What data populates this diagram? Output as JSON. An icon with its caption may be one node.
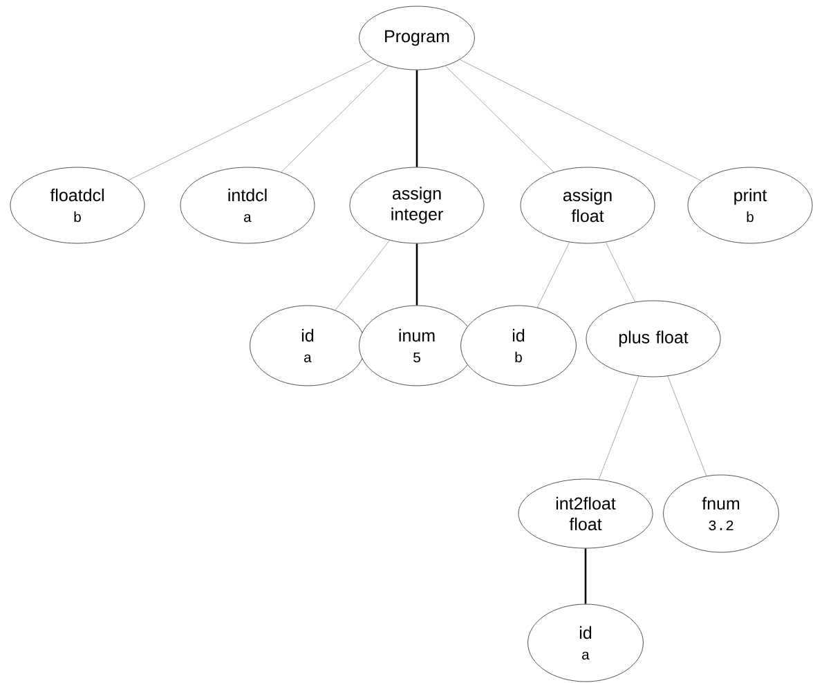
{
  "diagram": {
    "nodes": [
      {
        "text": [
          "Program"
        ]
      },
      {
        "text": [
          "floatdcl",
          "b"
        ]
      },
      {
        "text": [
          "intdcl",
          "a"
        ]
      },
      {
        "text": [
          "assign integer"
        ]
      },
      {
        "text": [
          "assign float"
        ]
      },
      {
        "text": [
          "print",
          "b"
        ]
      },
      {
        "text": [
          "id",
          "a"
        ]
      },
      {
        "text": [
          "inum",
          "5"
        ]
      },
      {
        "text": [
          "id",
          "b"
        ]
      },
      {
        "text": [
          "plus float"
        ]
      },
      {
        "text": [
          "int2float float"
        ]
      },
      {
        "text": [
          "fnum",
          "3.2"
        ]
      },
      {
        "text": [
          "id",
          "a"
        ]
      }
    ],
    "edges": [
      {
        "from": 0,
        "to": 1,
        "arrow": "none"
      },
      {
        "from": 0,
        "to": 2,
        "arrow": "none"
      },
      {
        "from": 0,
        "to": 3,
        "arrow": "none",
        "style": "thick",
        "color": "#000000"
      },
      {
        "from": 0,
        "to": 4,
        "arrow": "none"
      },
      {
        "from": 0,
        "to": 5,
        "arrow": "none"
      },
      {
        "from": 3,
        "to": 6,
        "arrow": "none"
      },
      {
        "from": 3,
        "to": 7,
        "arrow": "none",
        "style": "thick",
        "color": "#000000"
      },
      {
        "from": 4,
        "to": 8,
        "arrow": "none"
      },
      {
        "from": 4,
        "to": 9,
        "arrow": "none"
      },
      {
        "from": 9,
        "to": 10,
        "arrow": "none"
      },
      {
        "from": 9,
        "to": 11,
        "arrow": "none"
      },
      {
        "from": 10,
        "to": 12,
        "arrow": "none",
        "style": "thick",
        "color": "#000000"
      }
    ]
  }
}
